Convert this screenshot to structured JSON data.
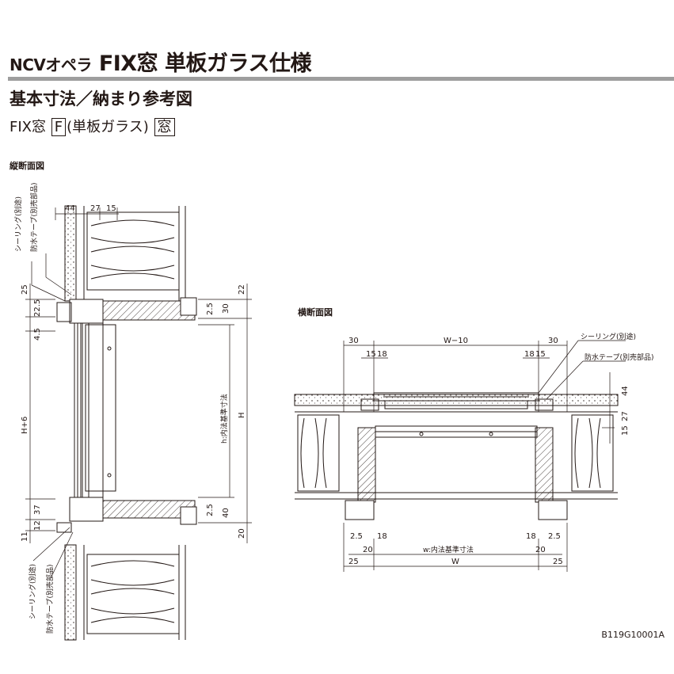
{
  "header": {
    "title_prefix": "NCVオペラ",
    "title_main": "FIX窓 単板ガラス仕様",
    "subtitle": "基本寸法／納まり参考図",
    "spec_name": "FIX窓",
    "spec_code": "F",
    "spec_glass": "(単板ガラス)",
    "spec_mark": "窓"
  },
  "vertical_section": {
    "caption": "縦断面図",
    "top_dims": [
      "44",
      "27",
      "15"
    ],
    "left_dims": [
      "25",
      "22.5",
      "4.5",
      "H+6",
      "37",
      "12",
      "11"
    ],
    "right_dims": [
      "22",
      "30",
      "2.5",
      "H",
      "2.5",
      "40",
      "20"
    ],
    "inner_dim_label": "h:内法基準寸法",
    "callout_seal": "シーリング(別途)",
    "callout_tape": "防水テープ(別売部品)"
  },
  "horizontal_section": {
    "caption": "横断面図",
    "top_dims": [
      "30",
      "W−10",
      "30"
    ],
    "small_dims_left": [
      "15",
      "18"
    ],
    "small_dims_right": [
      "18",
      "15"
    ],
    "right_dims": [
      "44",
      "27",
      "15"
    ],
    "bottom_dims": [
      "2.5",
      "18",
      "18",
      "2.5",
      "20",
      "20",
      "25",
      "25"
    ],
    "inner_dim_label": "w:内法基準寸法",
    "overall_dim_label": "W",
    "callout_seal": "シーリング(別途)",
    "callout_tape": "防水テープ(別売部品)"
  },
  "drawing_code": "B119G10001A"
}
